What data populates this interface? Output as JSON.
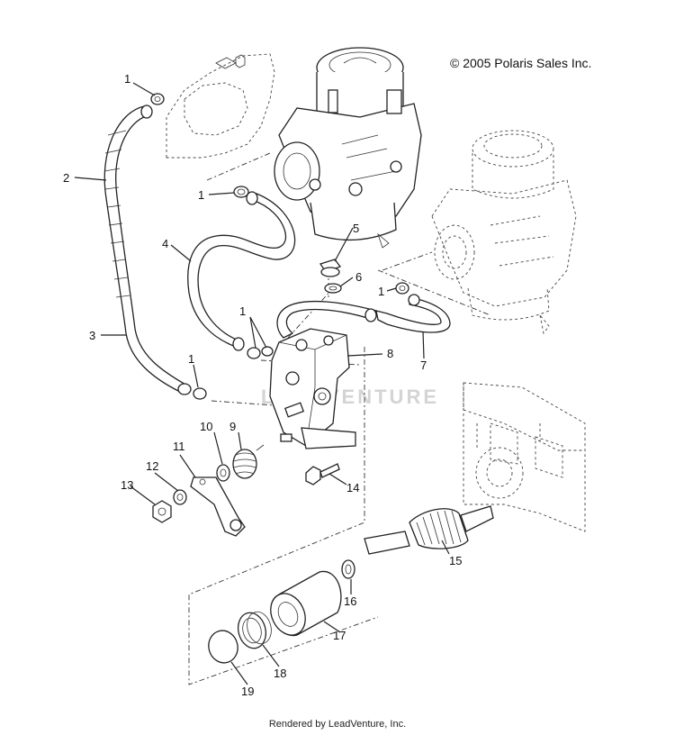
{
  "copyright": "© 2005 Polaris Sales Inc.",
  "footer": "Rendered by LeadVenture, Inc.",
  "watermark": "LEADVENTURE",
  "callouts": [
    "1",
    "2",
    "3",
    "4",
    "1",
    "5",
    "6",
    "1",
    "1",
    "1",
    "8",
    "7",
    "10",
    "9",
    "11",
    "12",
    "13",
    "14",
    "15",
    "16",
    "17",
    "18",
    "19"
  ]
}
